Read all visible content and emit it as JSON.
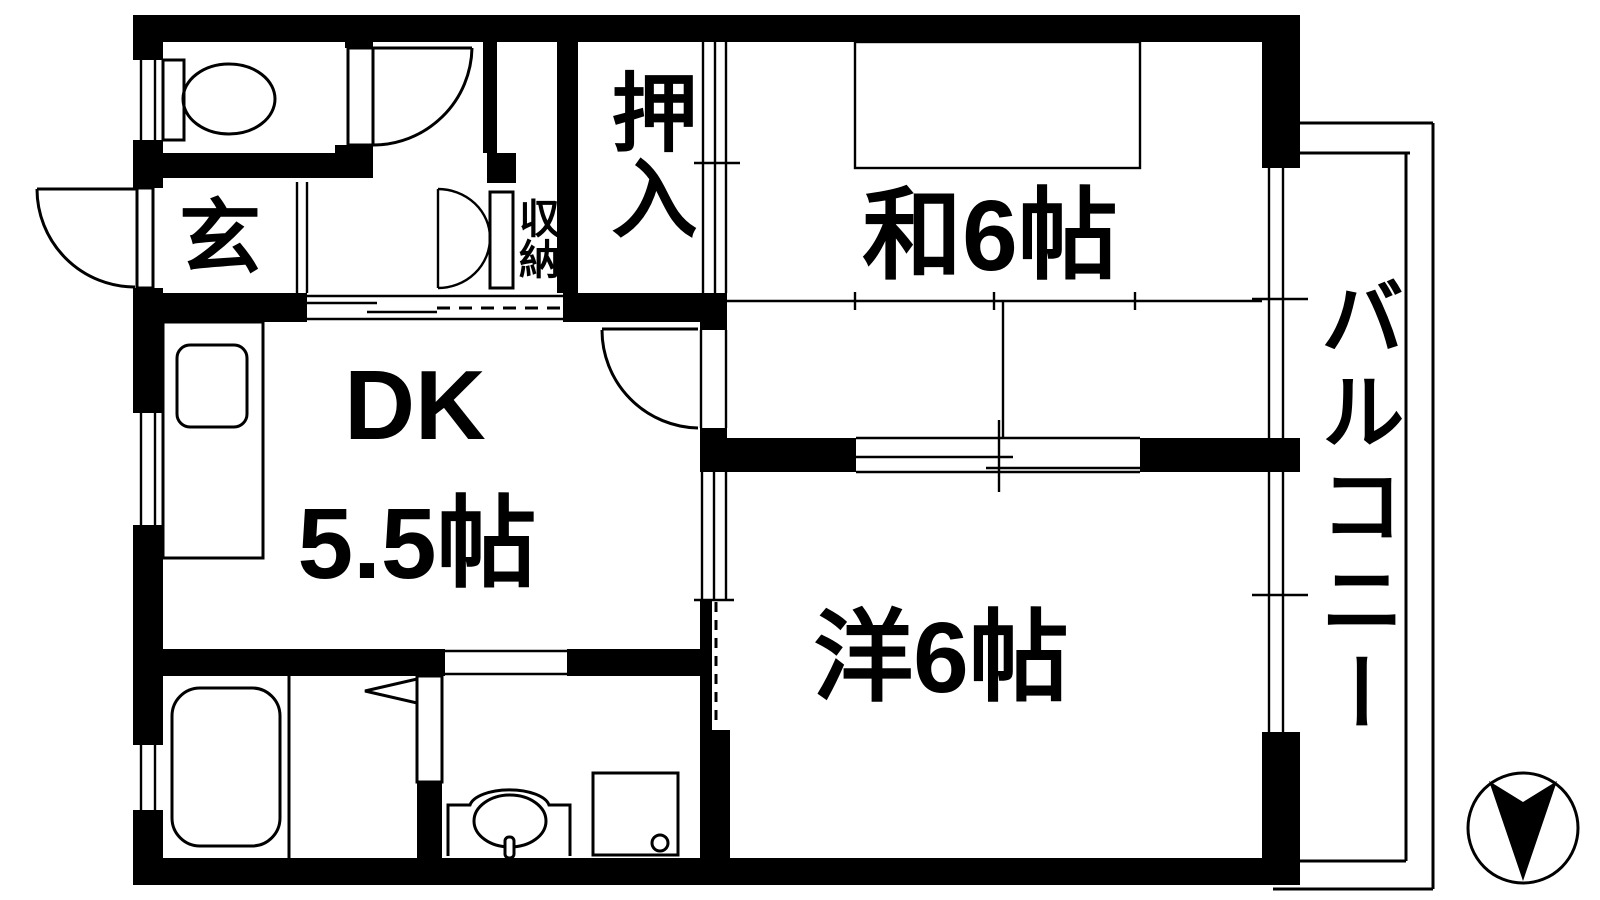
{
  "palette": {
    "ink": "#000000",
    "floor": "#ffffff"
  },
  "floorplan": {
    "labels": {
      "entrance": "玄",
      "storage": "収納",
      "closet": "押入",
      "japanese_room": "和6帖",
      "dk_line1": "DK",
      "dk_line2": "5.5帖",
      "western_room": "洋6帖",
      "balcony": "バルコニー"
    },
    "fixtures": [
      "toilet-icon",
      "kitchen-counter",
      "kitchen-sink-icon",
      "bathtub-icon",
      "washbasin-icon",
      "washing-machine-pan-icon",
      "compass-north-icon"
    ]
  }
}
